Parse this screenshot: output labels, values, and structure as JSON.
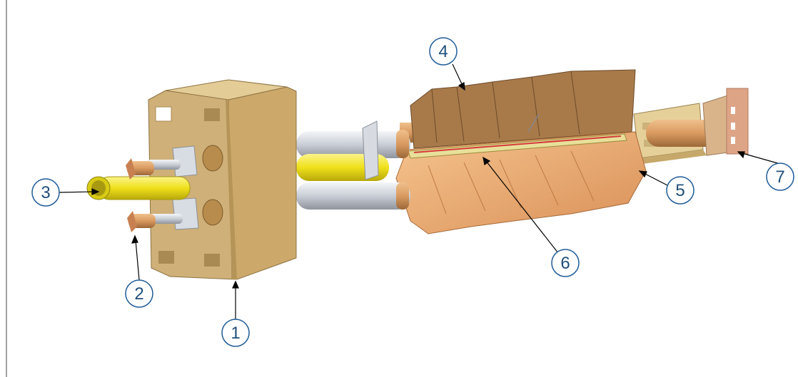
{
  "callouts": [
    {
      "id": "1",
      "label": "1"
    },
    {
      "id": "2",
      "label": "2"
    },
    {
      "id": "3",
      "label": "3"
    },
    {
      "id": "4",
      "label": "4"
    },
    {
      "id": "5",
      "label": "5"
    },
    {
      "id": "6",
      "label": "6"
    },
    {
      "id": "7",
      "label": "7"
    }
  ],
  "colors": {
    "callout_stroke": "#1f5c99",
    "callout_text": "#1f4e79",
    "frame_tan": "#d4b57a",
    "frame_tan_dark": "#a88a52",
    "copper": "#e0a06a",
    "copper_dark": "#b87b4a",
    "yellow_tube": "#f2e21a",
    "grey_tube": "#d9dde3"
  }
}
